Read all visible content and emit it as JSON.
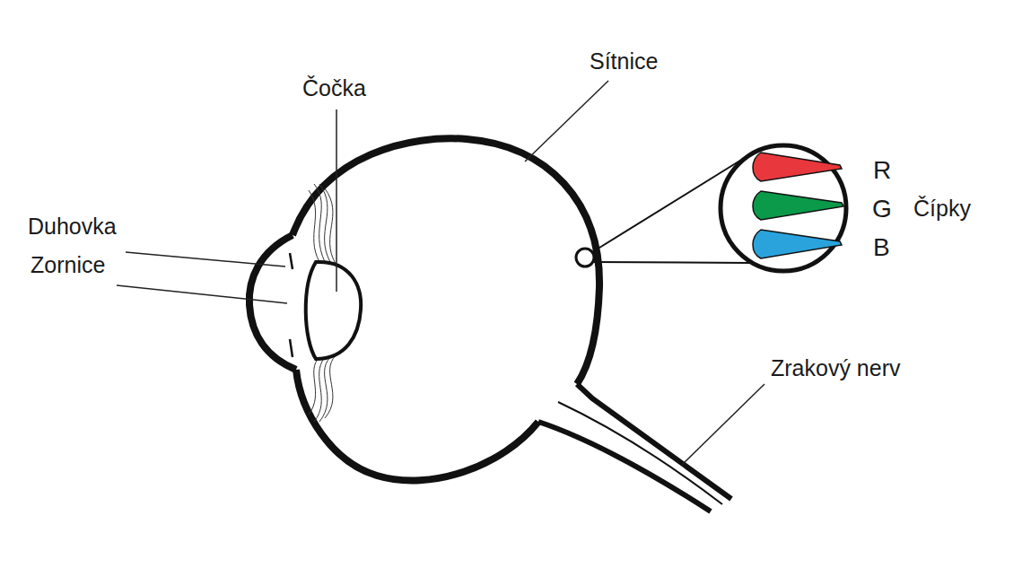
{
  "diagram": {
    "labels": [
      "Čočka",
      "Sítnice",
      "Duhovka",
      "Zornice",
      "R",
      "G",
      "Čípky",
      "B",
      "Zrakový nerv"
    ]
  }
}
